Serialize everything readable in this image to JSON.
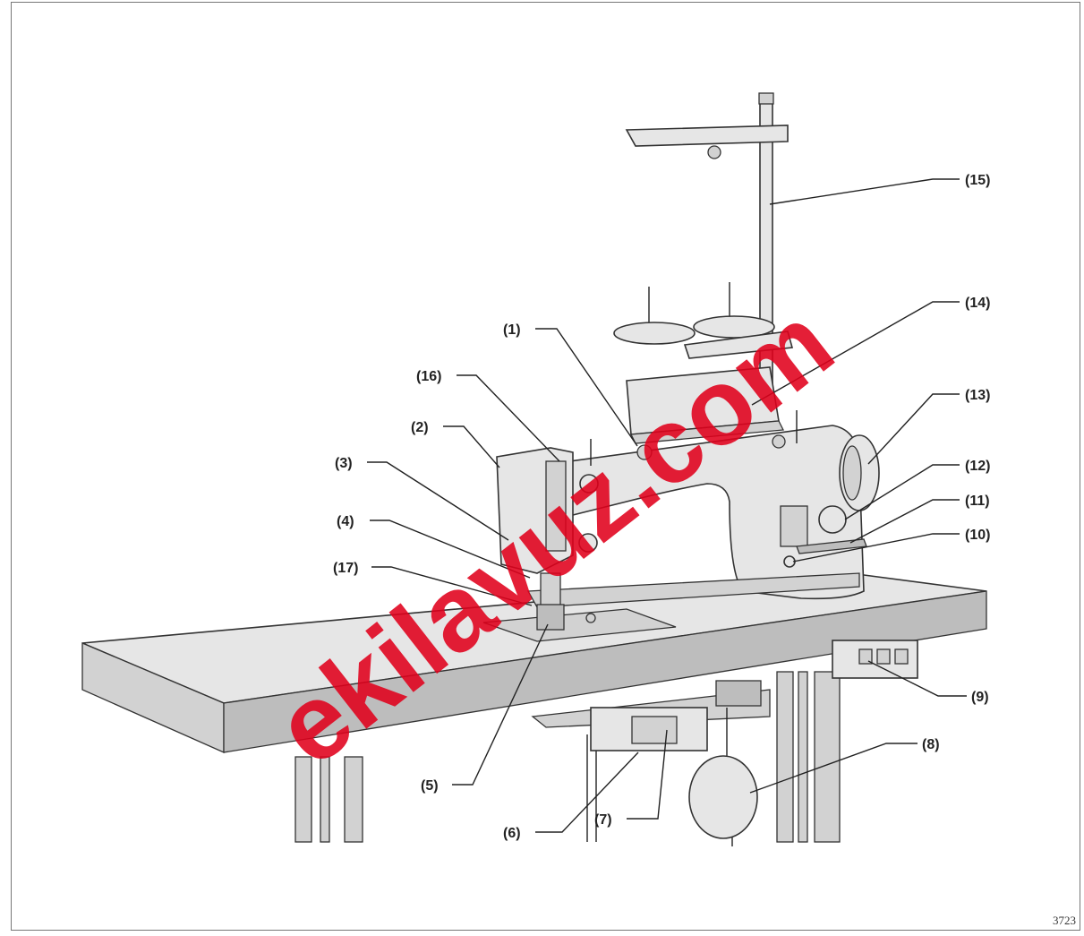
{
  "callouts": [
    {
      "label": "(1)"
    },
    {
      "label": "(2)"
    },
    {
      "label": "(3)"
    },
    {
      "label": "(4)"
    },
    {
      "label": "(5)"
    },
    {
      "label": "(6)"
    },
    {
      "label": "(7)"
    },
    {
      "label": "(8)"
    },
    {
      "label": "(9)"
    },
    {
      "label": "(10)"
    },
    {
      "label": "(11)"
    },
    {
      "label": "(12)"
    },
    {
      "label": "(13)"
    },
    {
      "label": "(14)"
    },
    {
      "label": "(15)"
    },
    {
      "label": "(16)"
    },
    {
      "label": "(17)"
    }
  ],
  "watermark": "ekilavuz.com",
  "figure_code": "3723",
  "colors": {
    "watermark": "#e0001b",
    "ink": "#333333",
    "frame": "#777777"
  }
}
